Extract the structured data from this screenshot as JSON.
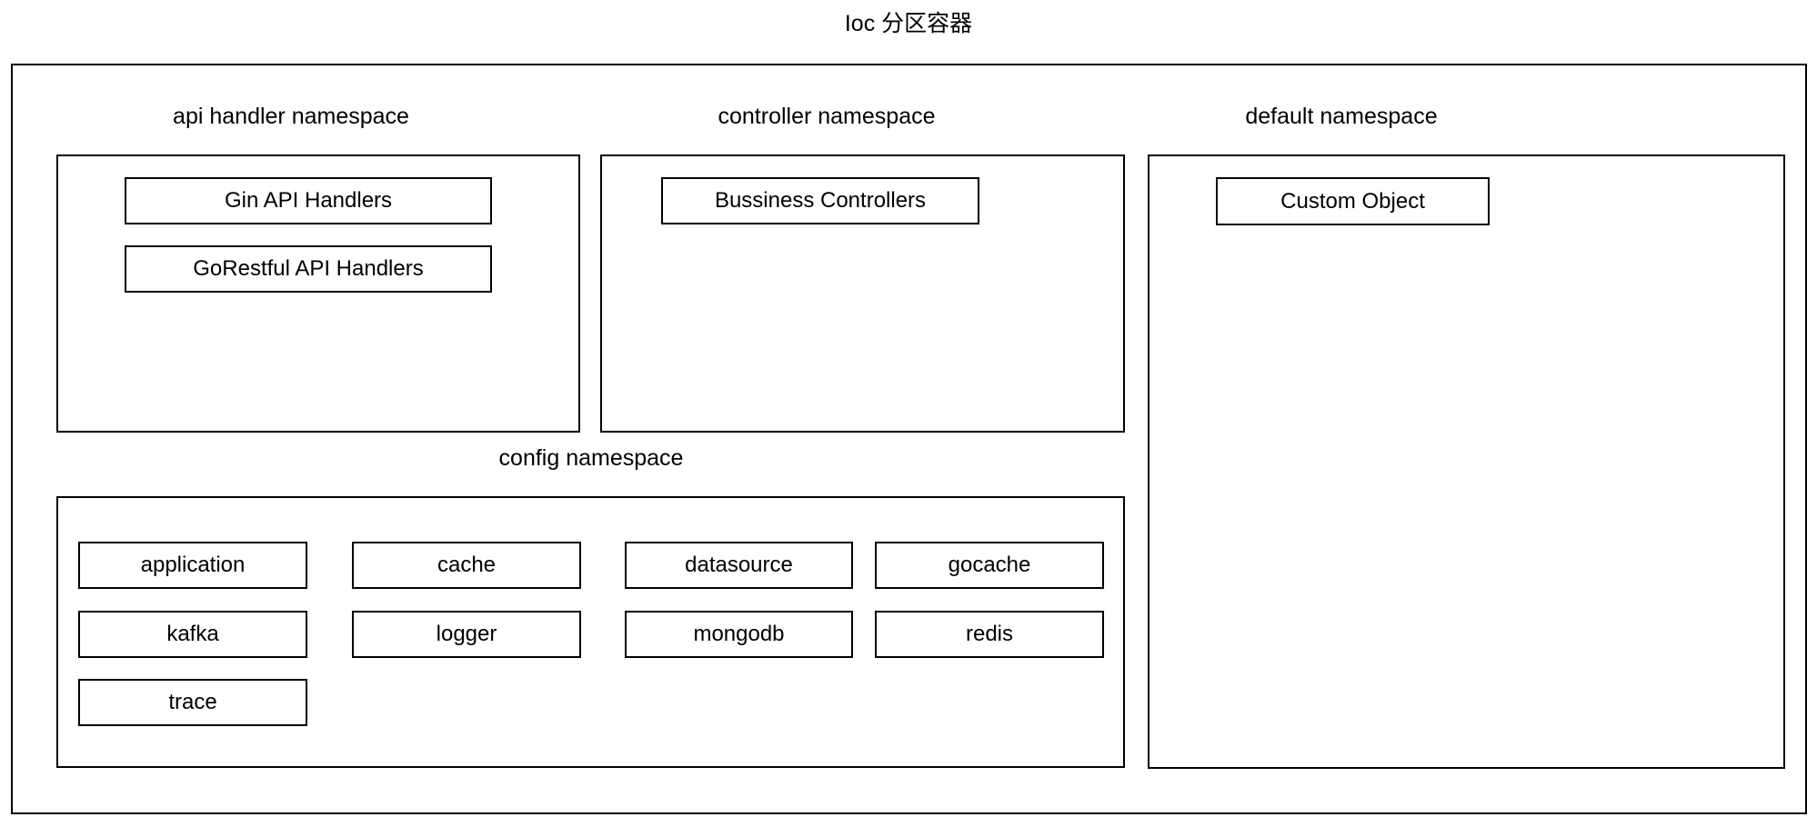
{
  "title": "Ioc 分区容器",
  "container": {
    "namespaces": [
      {
        "label": "api handler namespace",
        "items": [
          "Gin API Handlers",
          "GoRestful API Handlers"
        ]
      },
      {
        "label": "controller namespace",
        "items": [
          "Bussiness Controllers"
        ]
      },
      {
        "label": "default namespace",
        "items": [
          "Custom Object"
        ]
      },
      {
        "label": "config namespace",
        "items": [
          "application",
          "cache",
          "datasource",
          "gocache",
          "kafka",
          "logger",
          "mongodb",
          "redis",
          "trace"
        ]
      }
    ]
  },
  "colors": {
    "border": "#000000",
    "background": "#ffffff",
    "text": "#000000"
  }
}
